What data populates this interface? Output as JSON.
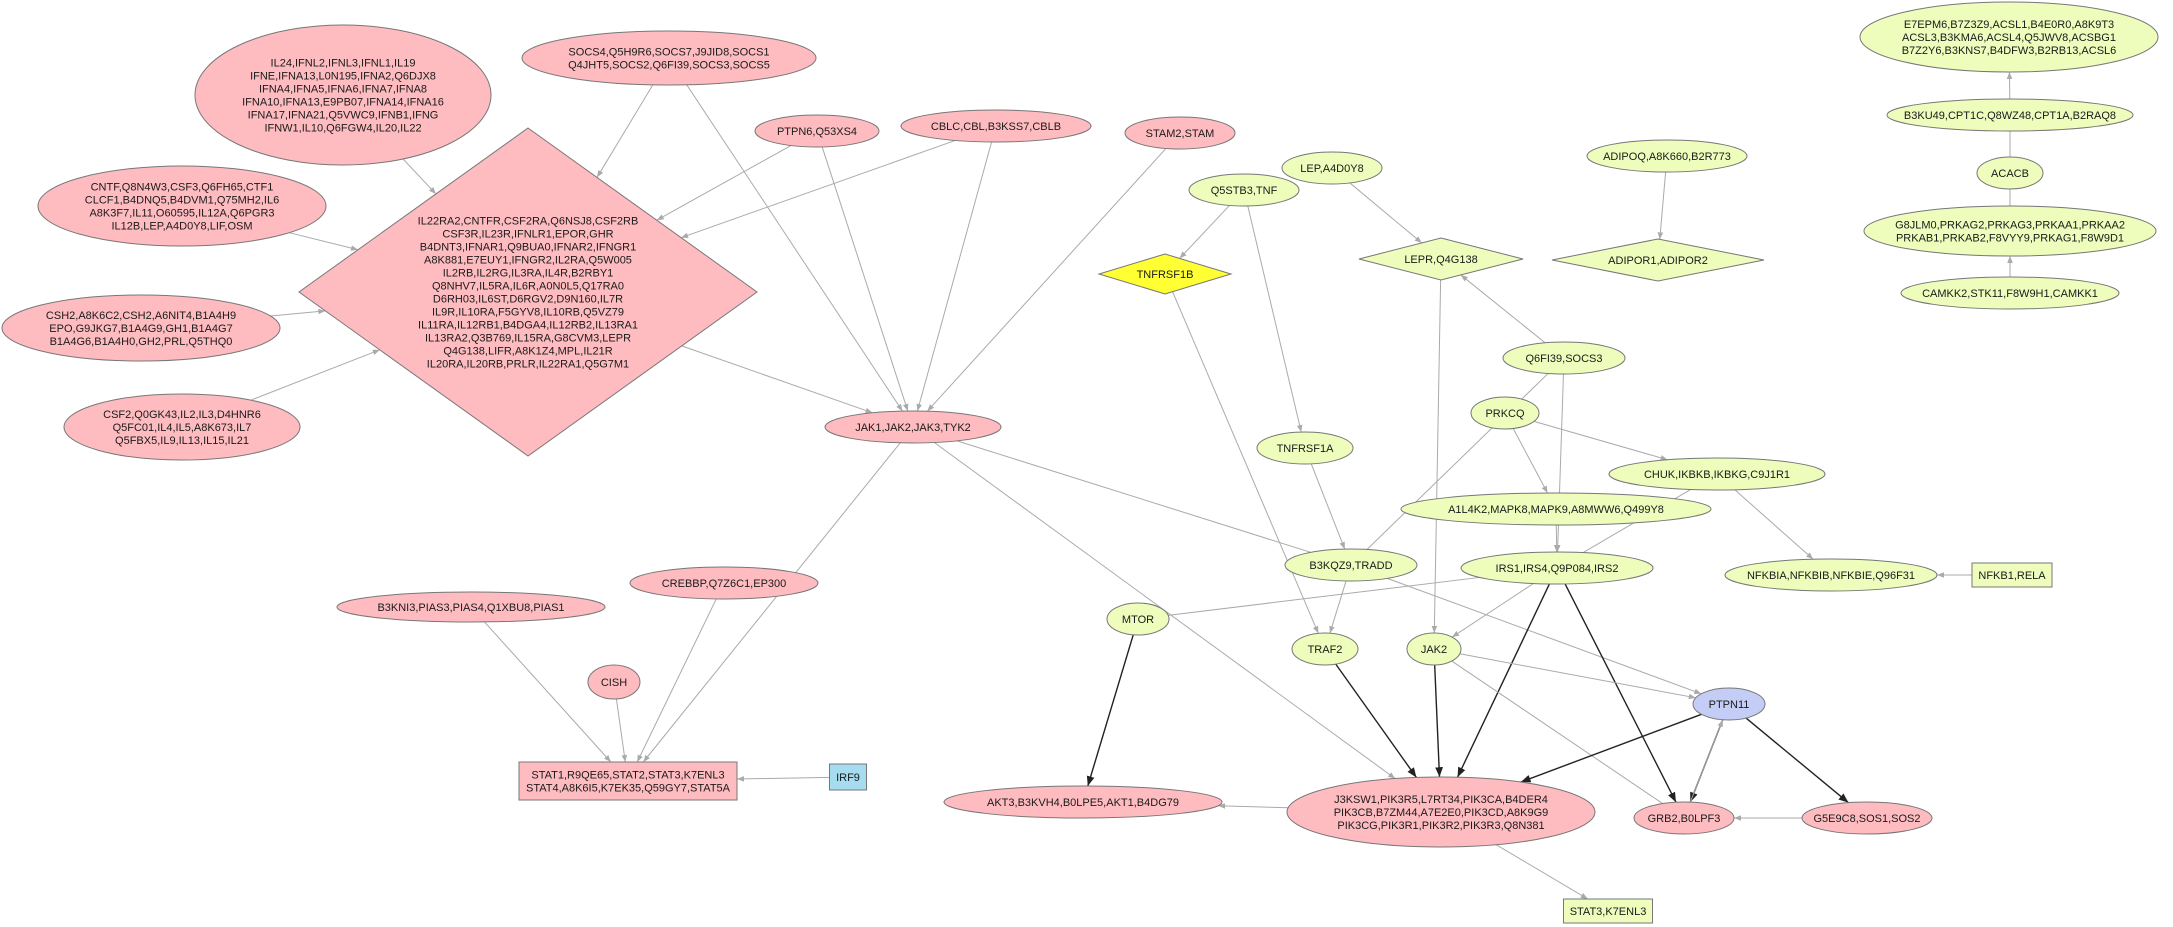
{
  "colors": {
    "pink": "#ffbcc0",
    "lime": "#eefcbc",
    "yellow": "#ffff33",
    "blue": "#c4cdf5",
    "cyan": "#a6dcf0",
    "edge": "#aaaaaa",
    "edge_bold": "#222222"
  },
  "nodes": [
    {
      "id": "ifn",
      "shape": "ellipse",
      "color": "pink",
      "lines": [
        "IL24,IFNL2,IFNL3,IFNL1,IL19",
        "IFNE,IFNA13,L0N195,IFNA2,Q6DJX8",
        "IFNA4,IFNA5,IFNA6,IFNA7,IFNA8",
        "IFNA10,IFNA13,E9PB07,IFNA14,IFNA16",
        "IFNA17,IFNA21,Q5VWC9,IFNB1,IFNG",
        "IFNW1,IL10,Q6FGW4,IL20,IL22"
      ]
    },
    {
      "id": "socs",
      "shape": "ellipse",
      "color": "pink",
      "lines": [
        "SOCS4,Q5H9R6,SOCS7,J9JID8,SOCS1",
        "Q4JHT5,SOCS2,Q6FI39,SOCS3,SOCS5"
      ]
    },
    {
      "id": "ptpn6",
      "shape": "ellipse",
      "color": "pink",
      "lines": [
        "PTPN6,Q53XS4"
      ]
    },
    {
      "id": "cblc",
      "shape": "ellipse",
      "color": "pink",
      "lines": [
        "CBLC,CBL,B3KSS7,CBLB"
      ]
    },
    {
      "id": "stam",
      "shape": "ellipse",
      "color": "pink",
      "lines": [
        "STAM2,STAM"
      ]
    },
    {
      "id": "cntf",
      "shape": "ellipse",
      "color": "pink",
      "lines": [
        "CNTF,Q8N4W3,CSF3,Q6FH65,CTF1",
        "CLCF1,B4DNQ5,B4DVM1,Q75MH2,IL6",
        "A8K3F7,IL11,O60595,IL12A,Q6PGR3",
        "IL12B,LEP,A4D0Y8,LIF,OSM"
      ]
    },
    {
      "id": "csh",
      "shape": "ellipse",
      "color": "pink",
      "lines": [
        "CSH2,A8K6C2,CSH2,A6NIT4,B1A4H9",
        "EPO,G9JKG7,B1A4G9,GH1,B1A4G7",
        "B1A4G6,B1A4H0,GH2,PRL,Q5THQ0"
      ]
    },
    {
      "id": "csf2",
      "shape": "ellipse",
      "color": "pink",
      "lines": [
        "CSF2,Q0GK43,IL2,IL3,D4HNR6",
        "Q5FC01,IL4,IL5,A8K673,IL7",
        "Q5FBX5,IL9,IL13,IL15,IL21"
      ]
    },
    {
      "id": "receptor",
      "shape": "diamond",
      "color": "pink",
      "lines": [
        "IL22RA2,CNTFR,CSF2RA,Q6NSJ8,CSF2RB",
        "CSF3R,IL23R,IFNLR1,EPOR,GHR",
        "B4DNT3,IFNAR1,Q9BUA0,IFNAR2,IFNGR1",
        "A8K881,E7EUY1,IFNGR2,IL2RA,Q5W005",
        "IL2RB,IL2RG,IL3RA,IL4R,B2RBY1",
        "Q8NHV7,IL5RA,IL6R,A0N0L5,Q17RA0",
        "D6RH03,IL6ST,D6RGV2,D9N160,IL7R",
        "IL9R,IL10RA,F5GYV8,IL10RB,Q5VZ79",
        "IL11RA,IL12RB1,B4DGA4,IL12RB2,IL13RA1",
        "IL13RA2,Q3B769,IL15RA,G8CVM3,LEPR",
        "Q4G138,LIFR,A8K1Z4,MPL,IL21R",
        "IL20RA,IL20RB,PRLR,IL22RA1,Q5G7M1"
      ]
    },
    {
      "id": "jak",
      "shape": "ellipse",
      "color": "pink",
      "lines": [
        "JAK1,JAK2,JAK3,TYK2"
      ]
    },
    {
      "id": "crebbp",
      "shape": "ellipse",
      "color": "pink",
      "lines": [
        "CREBBP,Q7Z6C1,EP300"
      ]
    },
    {
      "id": "b3kni3",
      "shape": "ellipse",
      "color": "pink",
      "lines": [
        "B3KNI3,PIAS3,PIAS4,Q1XBU8,PIAS1"
      ]
    },
    {
      "id": "cish",
      "shape": "ellipse",
      "color": "pink",
      "lines": [
        "CISH"
      ]
    },
    {
      "id": "stat",
      "shape": "box",
      "color": "pink",
      "lines": [
        "STAT1,R9QE65,STAT2,STAT3,K7ENL3",
        "STAT4,A8K6I5,K7EK35,Q59GY7,STAT5A"
      ]
    },
    {
      "id": "irf9",
      "shape": "box",
      "color": "cyan",
      "lines": [
        "IRF9"
      ]
    },
    {
      "id": "akt",
      "shape": "ellipse",
      "color": "pink",
      "lines": [
        "AKT3,B3KVH4,B0LPE5,AKT1,B4DG79"
      ]
    },
    {
      "id": "pik3",
      "shape": "ellipse",
      "color": "pink",
      "lines": [
        "J3KSW1,PIK3R5,L7RT34,PIK3CA,B4DER4",
        "PIK3CB,B7ZM44,A7E2E0,PIK3CD,A8K9G9",
        "PIK3CG,PIK3R1,PIK3R2,PIK3R3,Q8N381"
      ]
    },
    {
      "id": "stat3k",
      "shape": "box",
      "color": "lime",
      "lines": [
        "STAT3,K7ENL3"
      ]
    },
    {
      "id": "grb2",
      "shape": "ellipse",
      "color": "pink",
      "lines": [
        "GRB2,B0LPF3"
      ]
    },
    {
      "id": "g5e9c8",
      "shape": "ellipse",
      "color": "pink",
      "lines": [
        "G5E9C8,SOS1,SOS2"
      ]
    },
    {
      "id": "ptpn11",
      "shape": "ellipse",
      "color": "blue",
      "lines": [
        "PTPN11"
      ]
    },
    {
      "id": "q5stb3",
      "shape": "ellipse",
      "color": "lime",
      "lines": [
        "Q5STB3,TNF"
      ]
    },
    {
      "id": "tnfrsf1b",
      "shape": "diamond",
      "color": "yellow",
      "lines": [
        "TNFRSF1B"
      ]
    },
    {
      "id": "tnfrsf1a",
      "shape": "ellipse",
      "color": "lime",
      "lines": [
        "TNFRSF1A"
      ]
    },
    {
      "id": "b3kqz9",
      "shape": "ellipse",
      "color": "lime",
      "lines": [
        "B3KQZ9,TRADD"
      ]
    },
    {
      "id": "mtor",
      "shape": "ellipse",
      "color": "lime",
      "lines": [
        "MTOR"
      ]
    },
    {
      "id": "traf2",
      "shape": "ellipse",
      "color": "lime",
      "lines": [
        "TRAF2"
      ]
    },
    {
      "id": "jak2",
      "shape": "ellipse",
      "color": "lime",
      "lines": [
        "JAK2"
      ]
    },
    {
      "id": "lep",
      "shape": "ellipse",
      "color": "lime",
      "lines": [
        "LEP,A4D0Y8"
      ]
    },
    {
      "id": "lepr",
      "shape": "diamond",
      "color": "lime",
      "lines": [
        "LEPR,Q4G138"
      ]
    },
    {
      "id": "q6fi39",
      "shape": "ellipse",
      "color": "lime",
      "lines": [
        "Q6FI39,SOCS3"
      ]
    },
    {
      "id": "prkcq",
      "shape": "ellipse",
      "color": "lime",
      "lines": [
        "PRKCQ"
      ]
    },
    {
      "id": "a1l4k2",
      "shape": "ellipse",
      "color": "lime",
      "lines": [
        "A1L4K2,MAPK8,MAPK9,A8MWW6,Q499Y8"
      ]
    },
    {
      "id": "irs1",
      "shape": "ellipse",
      "color": "lime",
      "lines": [
        "IRS1,IRS4,Q9P084,IRS2"
      ]
    },
    {
      "id": "chuk",
      "shape": "ellipse",
      "color": "lime",
      "lines": [
        "CHUK,IKBKB,IKBKG,C9J1R1"
      ]
    },
    {
      "id": "nfkbia",
      "shape": "ellipse",
      "color": "lime",
      "lines": [
        "NFKBIA,NFKBIB,NFKBIE,Q96F31"
      ]
    },
    {
      "id": "nfkb1",
      "shape": "box",
      "color": "lime",
      "lines": [
        "NFKB1,RELA"
      ]
    },
    {
      "id": "adipoq",
      "shape": "ellipse",
      "color": "lime",
      "lines": [
        "ADIPOQ,A8K660,B2R773"
      ]
    },
    {
      "id": "adipor",
      "shape": "diamond",
      "color": "lime",
      "lines": [
        "ADIPOR1,ADIPOR2"
      ]
    },
    {
      "id": "e7epm6",
      "shape": "ellipse",
      "color": "lime",
      "lines": [
        "E7EPM6,B7Z3Z9,ACSL1,B4E0R0,A8K9T3",
        "ACSL3,B3KMA6,ACSL4,Q5JWV8,ACSBG1",
        "B7Z2Y6,B3KNS7,B4DFW3,B2RB13,ACSL6"
      ]
    },
    {
      "id": "b3ku49",
      "shape": "ellipse",
      "color": "lime",
      "lines": [
        "B3KU49,CPT1C,Q8WZ48,CPT1A,B2RAQ8"
      ]
    },
    {
      "id": "acacb",
      "shape": "ellipse",
      "color": "lime",
      "lines": [
        "ACACB"
      ]
    },
    {
      "id": "g8jlm0",
      "shape": "ellipse",
      "color": "lime",
      "lines": [
        "G8JLM0,PRKAG2,PRKAG3,PRKAA1,PRKAA2",
        "PRKAB1,PRKAB2,F8VYY9,PRKAG1,F8W9D1"
      ]
    },
    {
      "id": "camkk2",
      "shape": "ellipse",
      "color": "lime",
      "lines": [
        "CAMKK2,STK11,F8W9H1,CAMKK1"
      ]
    }
  ],
  "edges": [
    {
      "from": "ifn",
      "to": "receptor",
      "style": "normal"
    },
    {
      "from": "socs",
      "to": "receptor",
      "style": "normal"
    },
    {
      "from": "socs",
      "to": "jak",
      "style": "normal"
    },
    {
      "from": "ptpn6",
      "to": "receptor",
      "style": "normal"
    },
    {
      "from": "ptpn6",
      "to": "jak",
      "style": "normal"
    },
    {
      "from": "cblc",
      "to": "receptor",
      "style": "normal"
    },
    {
      "from": "cblc",
      "to": "jak",
      "style": "normal"
    },
    {
      "from": "stam",
      "to": "jak",
      "style": "normal"
    },
    {
      "from": "cntf",
      "to": "receptor",
      "style": "normal"
    },
    {
      "from": "csh",
      "to": "receptor",
      "style": "normal"
    },
    {
      "from": "csf2",
      "to": "receptor",
      "style": "normal"
    },
    {
      "from": "receptor",
      "to": "jak",
      "style": "normal"
    },
    {
      "from": "jak",
      "to": "stat",
      "style": "normal"
    },
    {
      "from": "jak",
      "to": "pik3",
      "style": "normal"
    },
    {
      "from": "jak",
      "to": "b3kqz9",
      "style": "line"
    },
    {
      "from": "crebbp",
      "to": "stat",
      "style": "normal"
    },
    {
      "from": "b3kni3",
      "to": "stat",
      "style": "normal"
    },
    {
      "from": "cish",
      "to": "stat",
      "style": "normal"
    },
    {
      "from": "irf9",
      "to": "stat",
      "style": "normal"
    },
    {
      "from": "pik3",
      "to": "akt",
      "style": "normal"
    },
    {
      "from": "pik3",
      "to": "stat3k",
      "style": "normal"
    },
    {
      "from": "q5stb3",
      "to": "tnfrsf1b",
      "style": "normal"
    },
    {
      "from": "q5stb3",
      "to": "tnfrsf1a",
      "style": "normal"
    },
    {
      "from": "tnfrsf1b",
      "to": "traf2",
      "style": "normal"
    },
    {
      "from": "tnfrsf1a",
      "to": "b3kqz9",
      "style": "normal"
    },
    {
      "from": "b3kqz9",
      "to": "traf2",
      "style": "normal"
    },
    {
      "from": "b3kqz9",
      "to": "ptpn11",
      "style": "normal"
    },
    {
      "from": "lep",
      "to": "lepr",
      "style": "normal"
    },
    {
      "from": "lepr",
      "to": "jak2",
      "style": "normal"
    },
    {
      "from": "q6fi39",
      "to": "lepr",
      "style": "normal"
    },
    {
      "from": "q6fi39",
      "to": "irs1",
      "style": "normal"
    },
    {
      "from": "q6fi39",
      "to": "b3kqz9",
      "style": "line"
    },
    {
      "from": "prkcq",
      "to": "a1l4k2",
      "style": "normal"
    },
    {
      "from": "prkcq",
      "to": "chuk",
      "style": "normal"
    },
    {
      "from": "a1l4k2",
      "to": "irs1",
      "style": "normal"
    },
    {
      "from": "chuk",
      "to": "irs1",
      "style": "line"
    },
    {
      "from": "chuk",
      "to": "nfkbia",
      "style": "normal"
    },
    {
      "from": "nfkb1",
      "to": "nfkbia",
      "style": "normal"
    },
    {
      "from": "irs1",
      "to": "jak2",
      "style": "normal"
    },
    {
      "from": "irs1",
      "to": "mtor",
      "style": "line"
    },
    {
      "from": "irs1",
      "to": "pik3",
      "style": "bold"
    },
    {
      "from": "irs1",
      "to": "grb2",
      "style": "bold"
    },
    {
      "from": "mtor",
      "to": "akt",
      "style": "bold"
    },
    {
      "from": "traf2",
      "to": "pik3",
      "style": "bold"
    },
    {
      "from": "jak2",
      "to": "pik3",
      "style": "bold"
    },
    {
      "from": "jak2",
      "to": "ptpn11",
      "style": "normal"
    },
    {
      "from": "jak2",
      "to": "grb2",
      "style": "line"
    },
    {
      "from": "ptpn11",
      "to": "pik3",
      "style": "bold"
    },
    {
      "from": "ptpn11",
      "to": "grb2",
      "style": "bold"
    },
    {
      "from": "ptpn11",
      "to": "g5e9c8",
      "style": "bold"
    },
    {
      "from": "grb2",
      "to": "ptpn11",
      "style": "normal"
    },
    {
      "from": "g5e9c8",
      "to": "grb2",
      "style": "normal"
    },
    {
      "from": "adipoq",
      "to": "adipor",
      "style": "normal"
    },
    {
      "from": "camkk2",
      "to": "g8jlm0",
      "style": "normal"
    },
    {
      "from": "g8jlm0",
      "to": "acacb",
      "style": "line"
    },
    {
      "from": "acacb",
      "to": "b3ku49",
      "style": "line"
    },
    {
      "from": "b3ku49",
      "to": "e7epm6",
      "style": "normal"
    }
  ]
}
